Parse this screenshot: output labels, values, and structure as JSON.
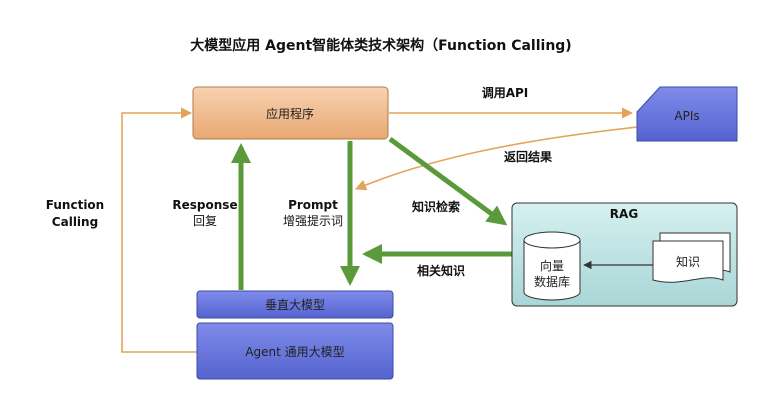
{
  "diagram": {
    "title": "大模型应用 Agent智能体类技术架构（Function Calling)",
    "nodes": {
      "app": "应用程序",
      "apis": "APIs",
      "rag": "RAG",
      "vector_db_line1": "向量",
      "vector_db_line2": "数据库",
      "knowledge": "知识",
      "vertical_model": "垂直大模型",
      "agent_model": "Agent 通用大模型"
    },
    "edges": {
      "call_api": "调用API",
      "return_result": "返回结果",
      "knowledge_retrieval": "知识检索",
      "related_knowledge": "相关知识",
      "response_en": "Response",
      "response_zh": "回复",
      "prompt_en": "Prompt",
      "prompt_zh": "增强提示词",
      "function_calling_line1": "Function",
      "function_calling_line2": "Calling"
    },
    "colors": {
      "app_fill": "#f3bf92",
      "model_fill": "#6877dc",
      "apis_fill": "#6e7bd6",
      "rag_fill": "#bfe3e3",
      "green_arrow": "#5b9a3a",
      "orange_arrow": "#e3a45a"
    }
  }
}
